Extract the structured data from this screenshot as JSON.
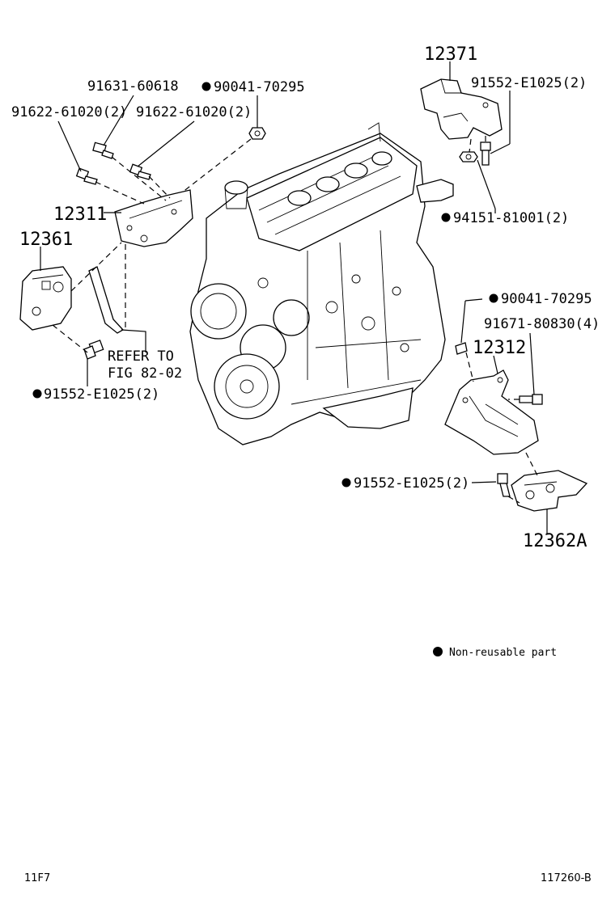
{
  "labels": {
    "part_12371": "12371",
    "bolt_91552_top": "91552-E1025(2)",
    "nut_94151": "94151-81001(2)",
    "bolt_91631": "91631-60618",
    "nut_90041_top": "90041-70295",
    "bolt_91622_left": "91622-61020(2)",
    "bolt_91622_right": "91622-61020(2)",
    "part_12311": "12311",
    "part_12361": "12361",
    "refer_line1": "REFER TO",
    "refer_line2": "FIG 82-02",
    "bolt_91552_left": "91552-E1025(2)",
    "nut_90041_right": "90041-70295",
    "bolt_91671": "91671-80830(4)",
    "part_12312": "12312",
    "bolt_91552_bottom": "91552-E1025(2)",
    "part_12362A": "12362A"
  },
  "legend": {
    "text": "Non-reusable part"
  },
  "footer": {
    "left_code": "11F7",
    "right_code": "117260-B"
  }
}
